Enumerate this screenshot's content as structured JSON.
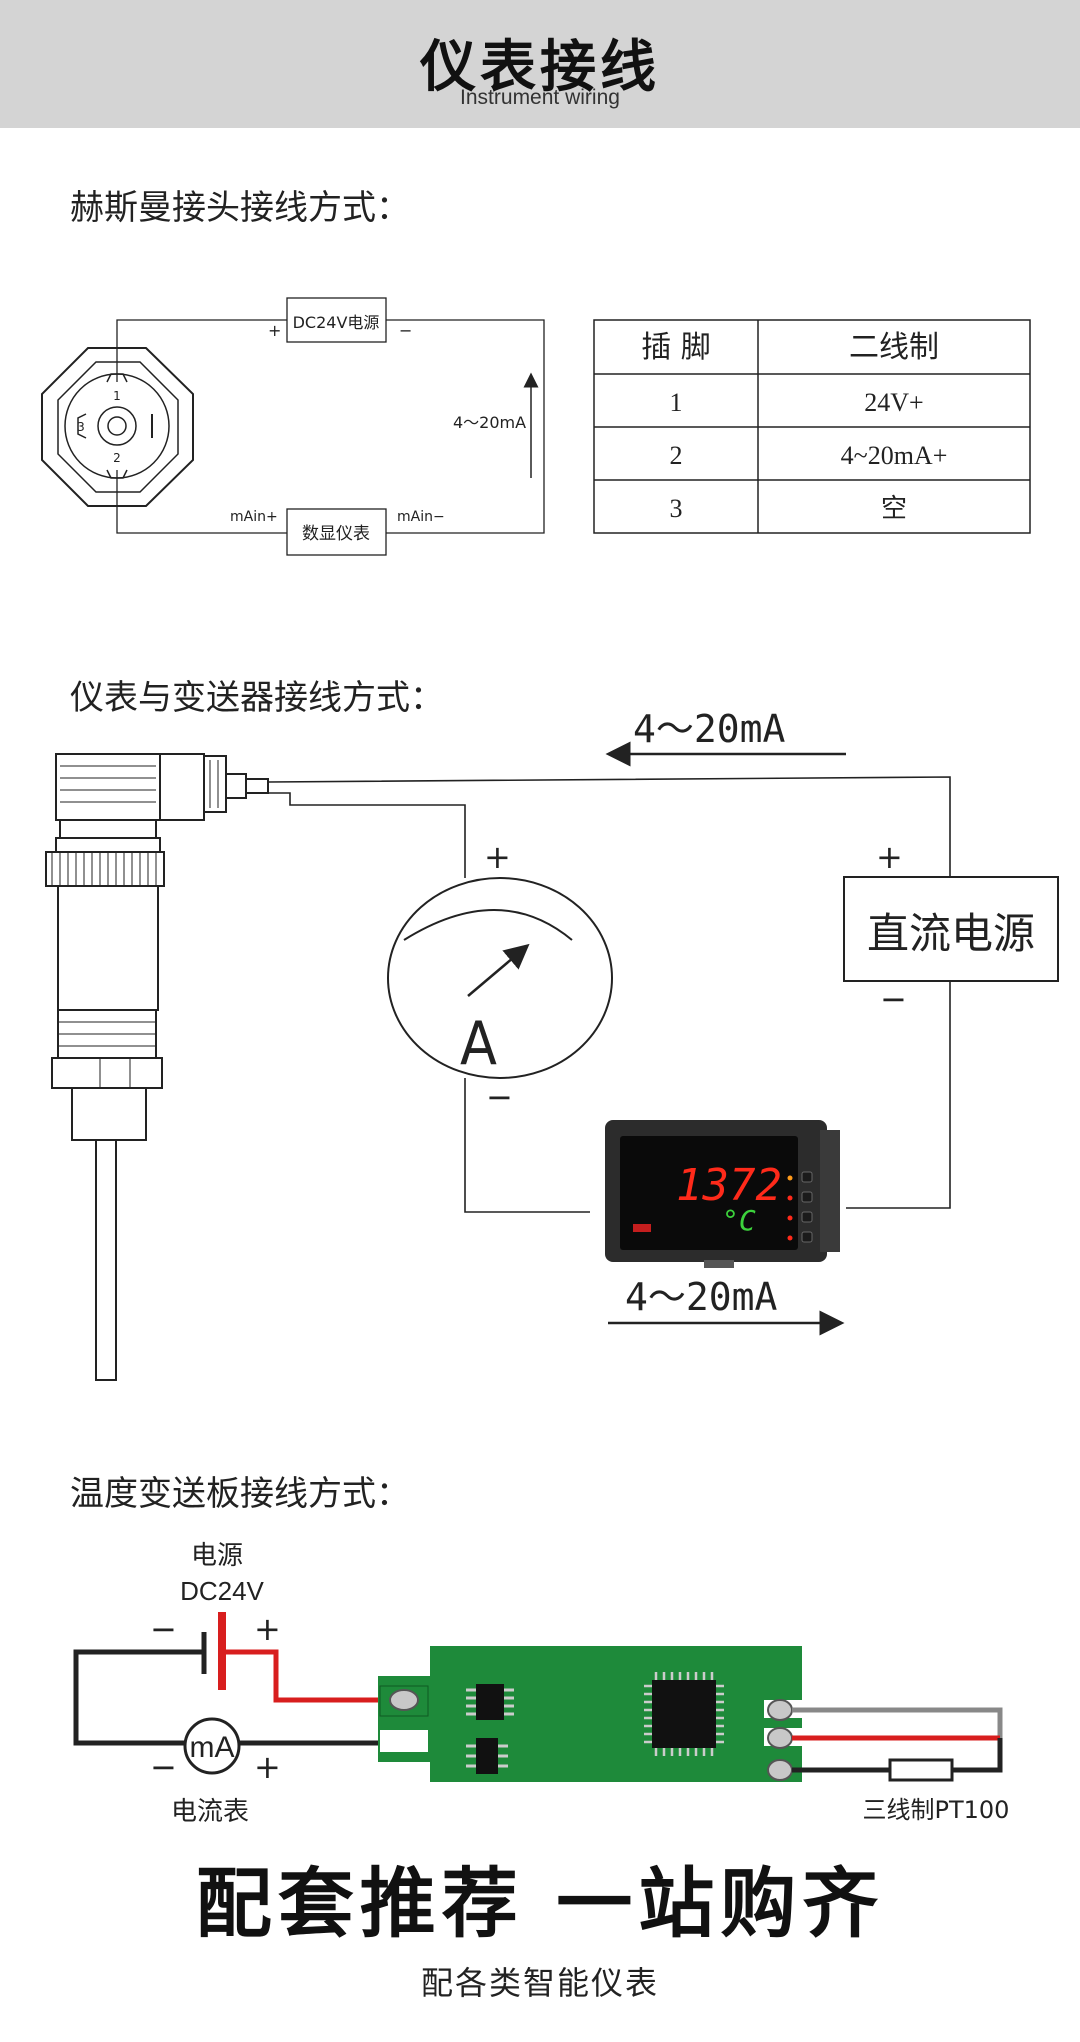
{
  "header": {
    "title": "仪表接线",
    "subtitle": "Instrument wiring"
  },
  "section1": {
    "title": "赫斯曼接头接线方式：",
    "power_box": "DC24V电源",
    "display_box": "数显仪表",
    "plus_sign": "+",
    "minus_sign": "−",
    "current_label": "4～20mA",
    "main_plus": "mAin+",
    "main_minus": "mAin−",
    "pins": [
      "1",
      "2",
      "3"
    ],
    "table": {
      "headers": [
        "插 脚",
        "二线制"
      ],
      "rows": [
        [
          "1",
          "24V+"
        ],
        [
          "2",
          "4~20mA+"
        ],
        [
          "3",
          "空"
        ]
      ]
    }
  },
  "section2": {
    "title": "仪表与变送器接线方式：",
    "current_top": "4～20mA",
    "current_bottom": "4～20mA",
    "dc_box": "直流电源",
    "ammeter": "A",
    "plus": "+",
    "minus": "−",
    "display_value": "1372",
    "display_unit": "°C"
  },
  "section3": {
    "title": "温度变送板接线方式：",
    "power_label": "电源",
    "power_voltage": "DC24V",
    "ammeter_label": "mA",
    "ammeter_name": "电流表",
    "sensor_label": "三线制PT100",
    "plus": "+",
    "minus": "−"
  },
  "promo": {
    "title": "配套推荐  一站购齐",
    "subtitle": "配各类智能仪表"
  },
  "colors": {
    "header_bg": "#d4d4d4",
    "pcb_green": "#1e8a3a",
    "wire_red": "#d81e1e",
    "wire_gray": "#888888",
    "led_red": "#ff2a1a",
    "led_green": "#3cd23c"
  }
}
